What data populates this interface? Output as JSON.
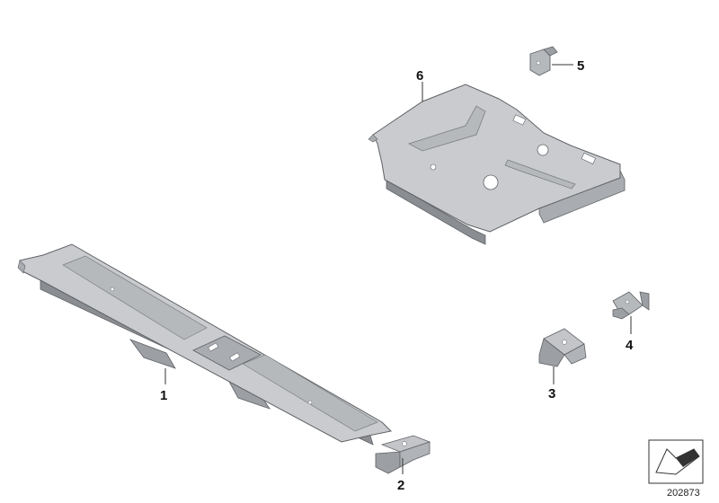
{
  "diagram": {
    "callouts": {
      "c1": "1",
      "c2": "2",
      "c3": "3",
      "c4": "4",
      "c5": "5",
      "c6": "6"
    },
    "diagram_number": "202873",
    "colors": {
      "part_light": "#c9cbce",
      "part_mid": "#a9acb0",
      "part_dark": "#8a8d91",
      "outline": "#5f6266"
    }
  }
}
